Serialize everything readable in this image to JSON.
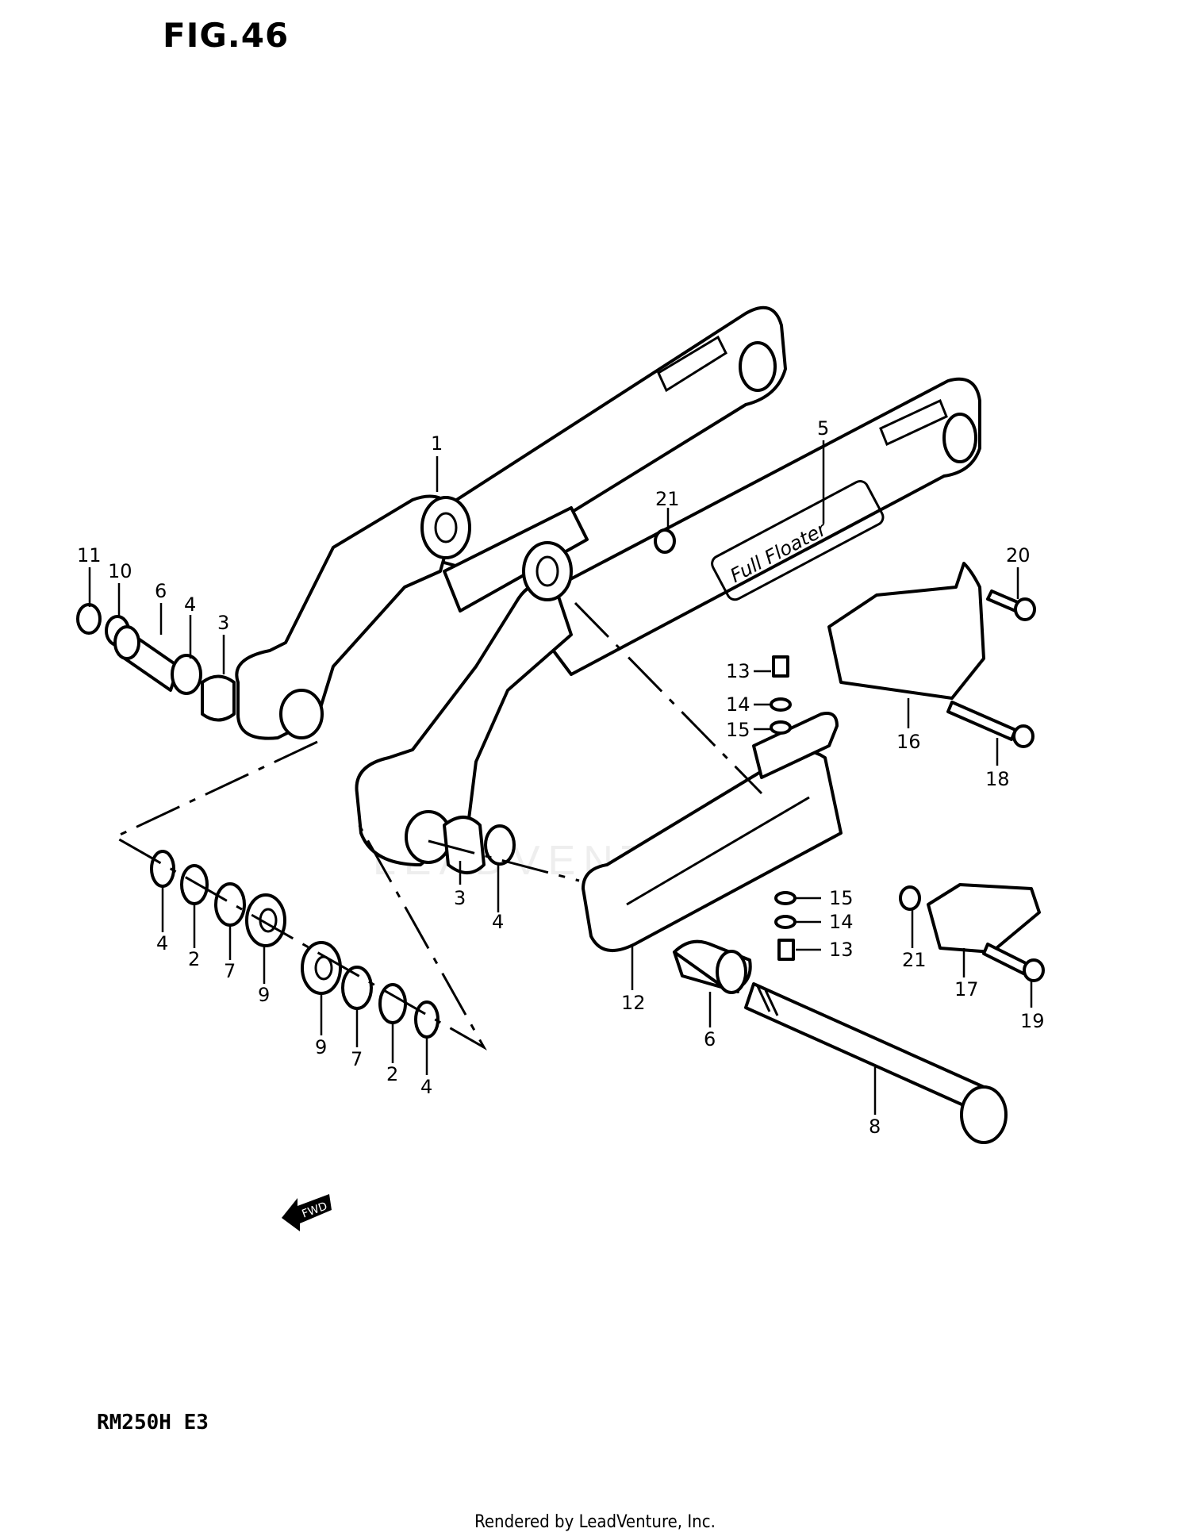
{
  "figure_title": "FIG.46",
  "model": "RM250H E3",
  "footer": "Rendered by LeadVenture, Inc.",
  "watermark": "LEADVENTURE",
  "swingarm_decal": "Full Floater",
  "fwd_label": "FWD",
  "callouts": [
    {
      "id": "c1",
      "text": "1"
    },
    {
      "id": "c5",
      "text": "5"
    },
    {
      "id": "c21a",
      "text": "21"
    },
    {
      "id": "c11",
      "text": "11"
    },
    {
      "id": "c10",
      "text": "10"
    },
    {
      "id": "c6a",
      "text": "6"
    },
    {
      "id": "c4a",
      "text": "4"
    },
    {
      "id": "c3a",
      "text": "3"
    },
    {
      "id": "c20",
      "text": "20"
    },
    {
      "id": "c13a",
      "text": "13"
    },
    {
      "id": "c14a",
      "text": "14"
    },
    {
      "id": "c15a",
      "text": "15"
    },
    {
      "id": "c16",
      "text": "16"
    },
    {
      "id": "c18",
      "text": "18"
    },
    {
      "id": "c3b",
      "text": "3"
    },
    {
      "id": "c4b",
      "text": "4"
    },
    {
      "id": "c4c",
      "text": "4"
    },
    {
      "id": "c2a",
      "text": "2"
    },
    {
      "id": "c7a",
      "text": "7"
    },
    {
      "id": "c9a",
      "text": "9"
    },
    {
      "id": "c15b",
      "text": "15"
    },
    {
      "id": "c14b",
      "text": "14"
    },
    {
      "id": "c13b",
      "text": "13"
    },
    {
      "id": "c21b",
      "text": "21"
    },
    {
      "id": "c17",
      "text": "17"
    },
    {
      "id": "c19",
      "text": "19"
    },
    {
      "id": "c12",
      "text": "12"
    },
    {
      "id": "c6b",
      "text": "6"
    },
    {
      "id": "c9b",
      "text": "9"
    },
    {
      "id": "c7b",
      "text": "7"
    },
    {
      "id": "c2b",
      "text": "2"
    },
    {
      "id": "c4d",
      "text": "4"
    },
    {
      "id": "c8",
      "text": "8"
    }
  ]
}
